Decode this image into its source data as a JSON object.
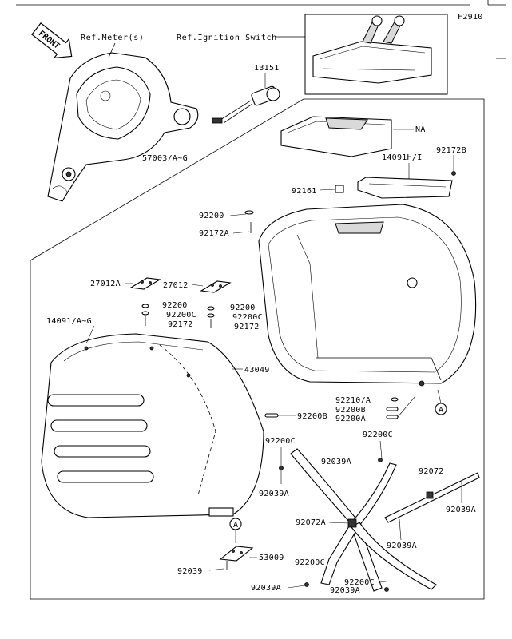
{
  "figure_code": "F2910",
  "front_label": "FRONT",
  "refs": {
    "meter": "Ref.Meter(s)",
    "ignition": "Ref.Ignition Switch"
  },
  "parts": {
    "p13151": "13151",
    "na": "NA",
    "p14091hi": "14091H/I",
    "p92172b": "92172B",
    "p57003": "57003/A~G",
    "p92161": "92161",
    "p92200_top": "92200",
    "p92172a": "92172A",
    "p27012a": "27012A",
    "p27012": "27012",
    "p92200_l": "92200",
    "p92200c_l": "92200C",
    "p92172_l": "92172",
    "p92200_r": "92200",
    "p92200c_r": "92200C",
    "p92172_r": "92172",
    "p14091ag": "14091/A~G",
    "p43049": "43049",
    "p92210a": "92210/A",
    "p92200b_r": "92200B",
    "p92200a": "92200A",
    "p92200b_m": "92200B",
    "p92200c_a": "92200C",
    "p92200c_b": "92200C",
    "p92039a_a": "92039A",
    "p92039a_b": "92039A",
    "p92072": "92072",
    "p92039a_c": "92039A",
    "p92072a": "92072A",
    "p92039a_d": "92039A",
    "p53009": "53009",
    "p92039": "92039",
    "p92200c_c": "92200C",
    "p92200c_d": "92200C",
    "p92039a_e": "92039A",
    "p92039a_f": "92039A"
  },
  "callouts": {
    "a_top": "A",
    "a_bottom": "A"
  }
}
